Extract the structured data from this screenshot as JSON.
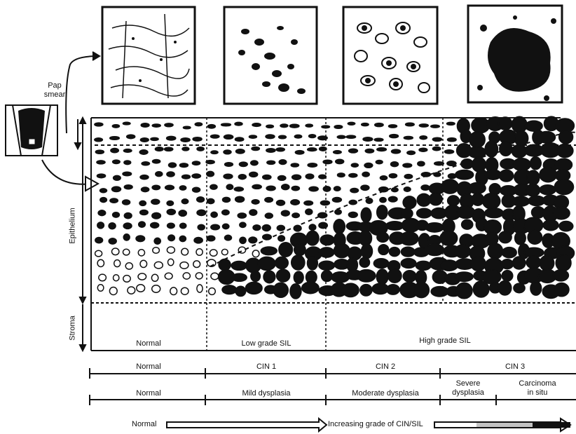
{
  "pap_label": {
    "line1": "Pap",
    "line2": "smear"
  },
  "axis_labels": {
    "epithelium": "Epithelium",
    "stroma": "Stroma"
  },
  "sil_row": [
    "Normal",
    "Low grade SIL",
    "High grade SIL"
  ],
  "cin_row": [
    "Normal",
    "CIN 1",
    "CIN 2",
    "CIN 3"
  ],
  "dysplasia_row": {
    "normal": "Normal",
    "mild": "Mild dysplasia",
    "moderate": "Moderate dysplasia",
    "severe": {
      "line1": "Severe",
      "line2": "dysplasia"
    },
    "carcinoma": {
      "line1": "Carcinoma",
      "line2": "in situ"
    }
  },
  "grade_arrow": {
    "start": "Normal",
    "end": "Increasing grade of CIN/SIL"
  },
  "colors": {
    "ink": "#111111",
    "paper": "#ffffff"
  }
}
